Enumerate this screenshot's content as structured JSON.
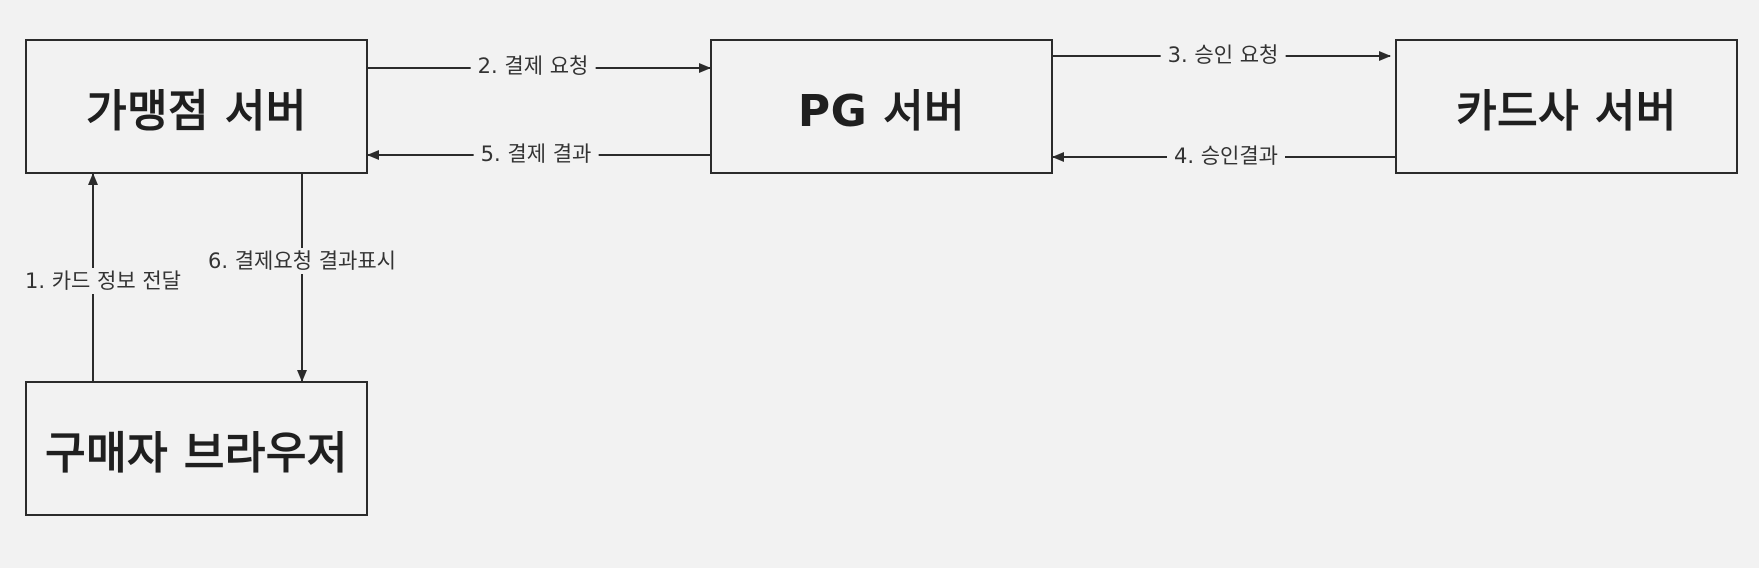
{
  "nodes": {
    "merchant": "가맹점 서버",
    "pg": "PG 서버",
    "card": "카드사 서버",
    "browser": "구매자 브라우저"
  },
  "edges": {
    "step1": "1. 카드 정보 전달",
    "step2": "2. 결제 요청",
    "step3": "3. 승인 요청",
    "step4": "4. 승인결과",
    "step5": "5. 결제 결과",
    "step6": "6. 결제요청 결과표시"
  },
  "colors": {
    "background": "#f2f2f2",
    "stroke": "#2b2b2b",
    "text": "#1f1f1f"
  }
}
